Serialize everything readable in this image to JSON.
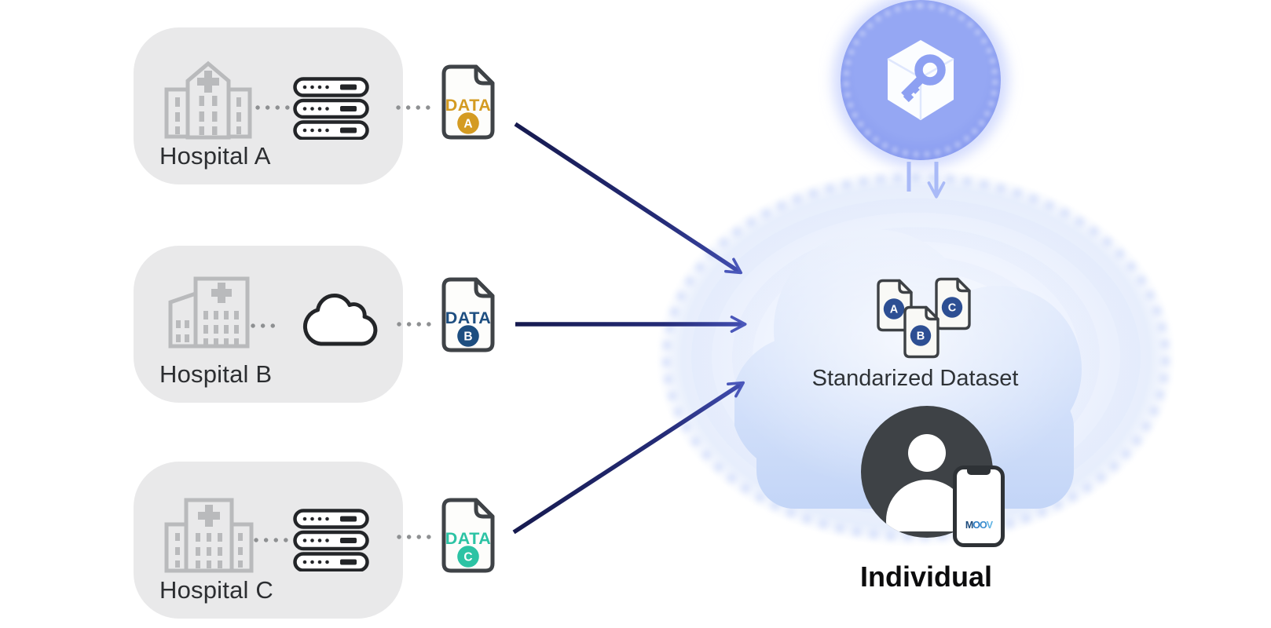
{
  "diagram": {
    "hospitals": [
      {
        "label": "Hospital A",
        "building_icon": "hospital-building-icon",
        "storage_icon": "server-stack-icon",
        "file": {
          "label": "DATA",
          "letter": "A",
          "color": "#d49b22"
        }
      },
      {
        "label": "Hospital B",
        "building_icon": "hospital-building-icon",
        "storage_icon": "cloud-icon",
        "file": {
          "label": "DATA",
          "letter": "B",
          "color": "#1d4e80"
        }
      },
      {
        "label": "Hospital C",
        "building_icon": "hospital-building-icon",
        "storage_icon": "server-stack-icon",
        "file": {
          "label": "DATA",
          "letter": "C",
          "color": "#2cc3a4"
        }
      }
    ],
    "central": {
      "title": "Standarized Dataset",
      "documents": [
        {
          "letter": "A"
        },
        {
          "letter": "B"
        },
        {
          "letter": "C"
        }
      ],
      "badge_color": "#2d4f93",
      "key_icon": "cube-key-icon"
    },
    "individual": {
      "label": "Individual",
      "logo_letters": [
        "M",
        "O",
        "O",
        "V"
      ]
    },
    "colors": {
      "card_bg": "#e9e9ea",
      "icon_gray": "#b9babc",
      "device_stroke": "#232528",
      "arrow_dark": "#171b52",
      "arrow_head": "#4a57ba",
      "halo": "#e9effd",
      "badge_navy": "#2d4f93",
      "key_purple": "#8da0f2",
      "avatar_gray": "#3e4246"
    }
  }
}
